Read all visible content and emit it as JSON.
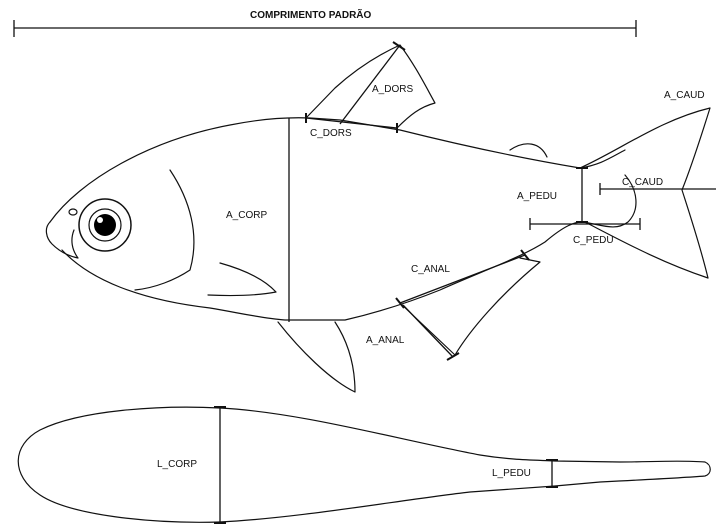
{
  "labels": {
    "standard_length": "COMPRIMENTO PADRÃO",
    "dorsal_height": "A_DORS",
    "dorsal_length": "C_DORS",
    "body_height": "A_CORP",
    "caudal_height": "A_CAUD",
    "caudal_length": "C_CAUD",
    "peduncle_height": "A_PEDU",
    "peduncle_length": "C_PEDU",
    "anal_length": "C_ANAL",
    "anal_height": "A_ANAL",
    "body_width": "L_CORP",
    "peduncle_width": "L_PEDU"
  }
}
